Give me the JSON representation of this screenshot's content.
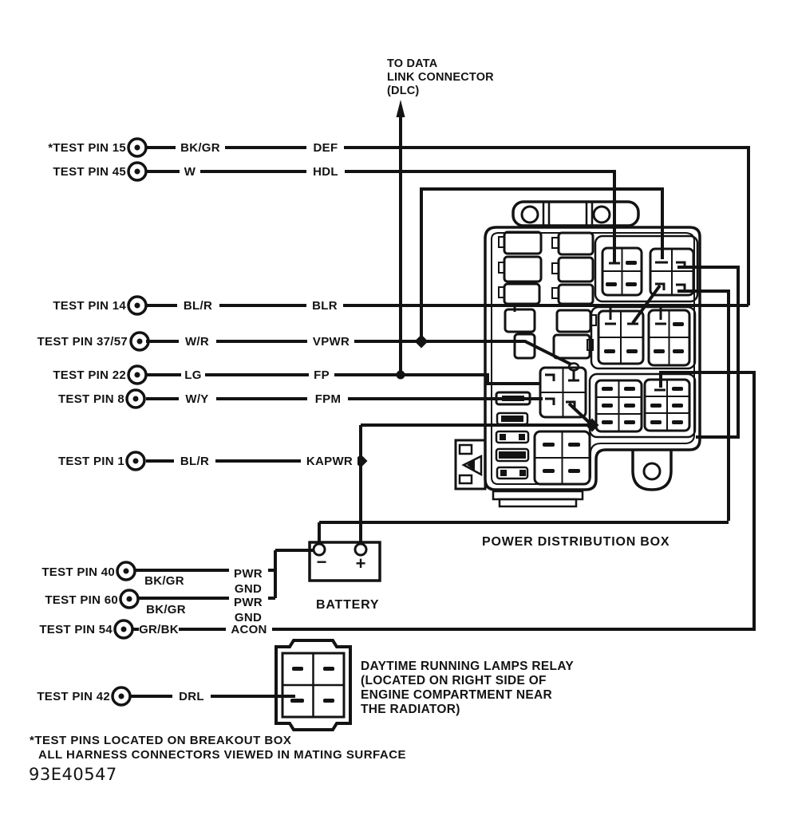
{
  "dlc_note": {
    "line1": "TO DATA",
    "line2": "LINK CONNECTOR",
    "line3": "(DLC)"
  },
  "pins": [
    {
      "label": "*TEST PIN 15",
      "wire": "BK/GR",
      "circuit": "DEF"
    },
    {
      "label": "TEST PIN 45",
      "wire": "W",
      "circuit": "HDL"
    },
    {
      "label": "TEST PIN 14",
      "wire": "BL/R",
      "circuit": "BLR"
    },
    {
      "label": "TEST PIN 37/57",
      "wire": "W/R",
      "circuit": "VPWR"
    },
    {
      "label": "TEST PIN 22",
      "wire": "LG",
      "circuit": "FP"
    },
    {
      "label": "TEST PIN 8",
      "wire": "W/Y",
      "circuit": "FPM"
    },
    {
      "label": "TEST PIN 1",
      "wire": "BL/R",
      "circuit": "KAPWR"
    },
    {
      "label": "TEST PIN 40",
      "wire": "BK/GR",
      "circuit_line1": "PWR",
      "circuit_line2": "GND"
    },
    {
      "label": "TEST PIN 60",
      "wire": "BK/GR",
      "circuit_line1": "PWR",
      "circuit_line2": "GND"
    },
    {
      "label": "TEST PIN 54",
      "wire": "GR/BK",
      "circuit": "ACON"
    },
    {
      "label": "TEST PIN 42",
      "wire": "DRL",
      "circuit": ""
    }
  ],
  "battery": {
    "label": "BATTERY",
    "negative": "−",
    "positive": "+"
  },
  "power_distribution_box": {
    "label": "POWER DISTRIBUTION BOX"
  },
  "drl_relay": {
    "note_line1": "DAYTIME RUNNING LAMPS RELAY",
    "note_line2": "(LOCATED ON RIGHT SIDE OF",
    "note_line3": "ENGINE COMPARTMENT NEAR",
    "note_line4": "THE RADIATOR)"
  },
  "footnotes": {
    "line1": "*TEST PINS LOCATED ON BREAKOUT BOX",
    "line2": "ALL HARNESS CONNECTORS VIEWED IN MATING SURFACE"
  },
  "figure_id": "93E40547",
  "colors": {
    "ink": "#131313",
    "background": "#ffffff"
  }
}
